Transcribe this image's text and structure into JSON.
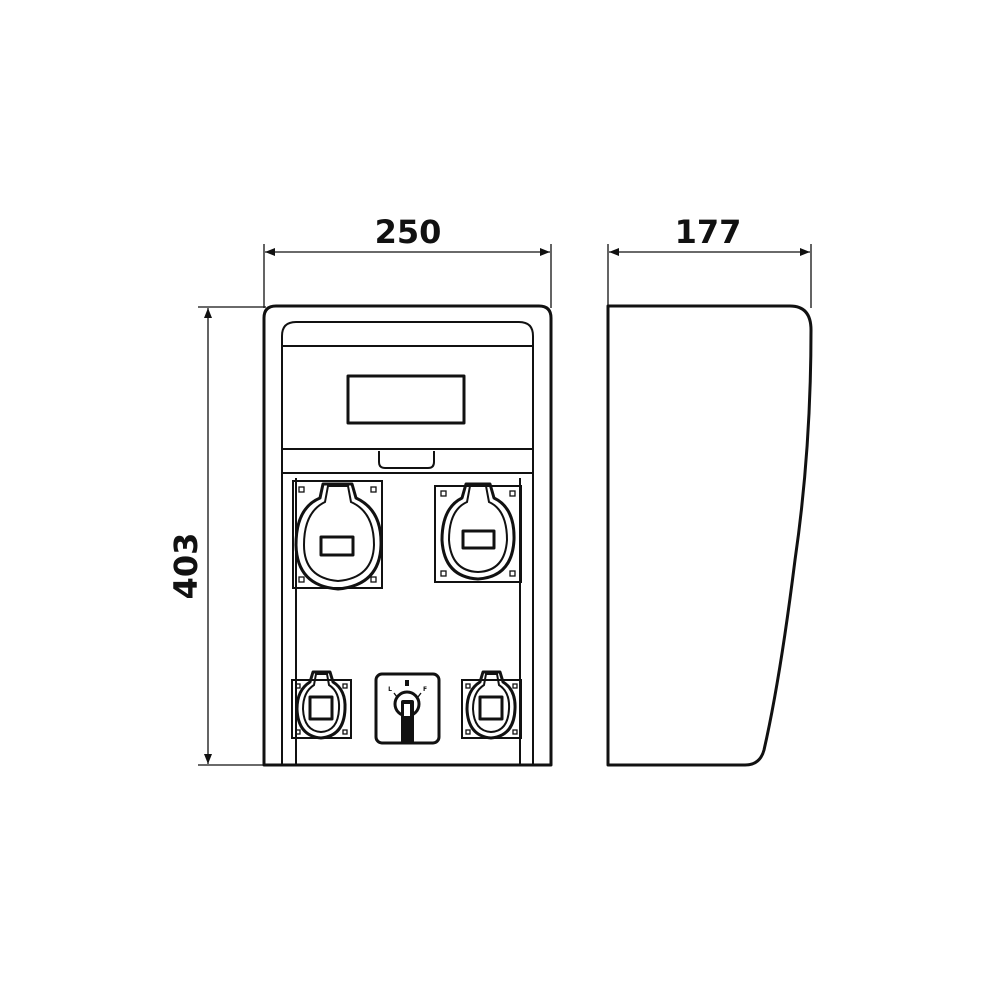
{
  "dimensions": {
    "width": "250",
    "depth": "177",
    "height": "403"
  },
  "switch": {
    "left_mark": "L",
    "right_mark": "F"
  },
  "colors": {
    "line": "#111111",
    "background": "#ffffff"
  }
}
